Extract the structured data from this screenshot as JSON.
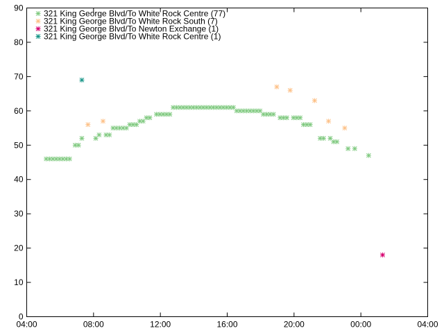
{
  "chart_data": {
    "type": "scatter",
    "title": "",
    "xlabel": "",
    "ylabel": "",
    "xlim": [
      "04:00",
      "04:00 (+1 day)"
    ],
    "ylim": [
      0,
      90
    ],
    "x_ticks": [
      "04:00",
      "08:00",
      "12:00",
      "16:00",
      "20:00",
      "00:00",
      "04:00"
    ],
    "y_ticks": [
      "0",
      "10",
      "20",
      "30",
      "40",
      "50",
      "60",
      "70",
      "80",
      "90"
    ],
    "grid": false,
    "legend_position": "top-left",
    "marker": "asterisk",
    "series": [
      {
        "name": "321 King George Blvd/To White Rock Centre (77)",
        "color": "#7fc97f",
        "points": [
          [
            "05:10",
            46
          ],
          [
            "05:22",
            46
          ],
          [
            "05:34",
            46
          ],
          [
            "05:46",
            46
          ],
          [
            "05:58",
            46
          ],
          [
            "06:10",
            46
          ],
          [
            "06:22",
            46
          ],
          [
            "06:34",
            46
          ],
          [
            "06:54",
            50
          ],
          [
            "07:06",
            50
          ],
          [
            "07:18",
            52
          ],
          [
            "08:08",
            52
          ],
          [
            "08:20",
            53
          ],
          [
            "08:45",
            53
          ],
          [
            "08:57",
            53
          ],
          [
            "09:10",
            55
          ],
          [
            "09:22",
            55
          ],
          [
            "09:34",
            55
          ],
          [
            "09:46",
            55
          ],
          [
            "09:58",
            55
          ],
          [
            "10:10",
            56
          ],
          [
            "10:22",
            56
          ],
          [
            "10:34",
            56
          ],
          [
            "10:46",
            57
          ],
          [
            "10:58",
            57
          ],
          [
            "11:10",
            58
          ],
          [
            "11:22",
            58
          ],
          [
            "11:46",
            59
          ],
          [
            "11:58",
            59
          ],
          [
            "12:10",
            59
          ],
          [
            "12:22",
            59
          ],
          [
            "12:34",
            59
          ],
          [
            "12:46",
            61
          ],
          [
            "12:58",
            61
          ],
          [
            "13:10",
            61
          ],
          [
            "13:22",
            61
          ],
          [
            "13:34",
            61
          ],
          [
            "13:46",
            61
          ],
          [
            "13:58",
            61
          ],
          [
            "14:10",
            61
          ],
          [
            "14:22",
            61
          ],
          [
            "14:34",
            61
          ],
          [
            "14:46",
            61
          ],
          [
            "14:58",
            61
          ],
          [
            "15:10",
            61
          ],
          [
            "15:22",
            61
          ],
          [
            "15:34",
            61
          ],
          [
            "15:46",
            61
          ],
          [
            "15:58",
            61
          ],
          [
            "16:10",
            61
          ],
          [
            "16:22",
            61
          ],
          [
            "16:34",
            60
          ],
          [
            "16:46",
            60
          ],
          [
            "16:58",
            60
          ],
          [
            "17:10",
            60
          ],
          [
            "17:22",
            60
          ],
          [
            "17:34",
            60
          ],
          [
            "17:46",
            60
          ],
          [
            "17:58",
            60
          ],
          [
            "18:10",
            59
          ],
          [
            "18:22",
            59
          ],
          [
            "18:34",
            59
          ],
          [
            "18:46",
            59
          ],
          [
            "19:10",
            58
          ],
          [
            "19:22",
            58
          ],
          [
            "19:34",
            58
          ],
          [
            "19:58",
            58
          ],
          [
            "20:10",
            58
          ],
          [
            "20:22",
            58
          ],
          [
            "20:34",
            56
          ],
          [
            "20:46",
            56
          ],
          [
            "20:58",
            56
          ],
          [
            "21:34",
            52
          ],
          [
            "21:46",
            52
          ],
          [
            "22:10",
            52
          ],
          [
            "22:22",
            51
          ],
          [
            "22:34",
            51
          ],
          [
            "23:14",
            49
          ],
          [
            "23:38",
            49
          ],
          [
            "00:28",
            47
          ]
        ]
      },
      {
        "name": "321 King George Blvd/To White Rock South (7)",
        "color": "#fdc086",
        "points": [
          [
            "07:40",
            56
          ],
          [
            "08:34",
            57
          ],
          [
            "18:58",
            67
          ],
          [
            "19:46",
            66
          ],
          [
            "21:14",
            63
          ],
          [
            "22:04",
            57
          ],
          [
            "23:02",
            55
          ]
        ]
      },
      {
        "name": "321 King George Blvd/To Newton Exchange (1)",
        "color": "#d6006f",
        "points": [
          [
            "01:18",
            18
          ]
        ]
      },
      {
        "name": "321 King George Blvd/To White Rock Centre (1)",
        "color": "#139385",
        "points": [
          [
            "07:18",
            69
          ]
        ]
      }
    ]
  }
}
